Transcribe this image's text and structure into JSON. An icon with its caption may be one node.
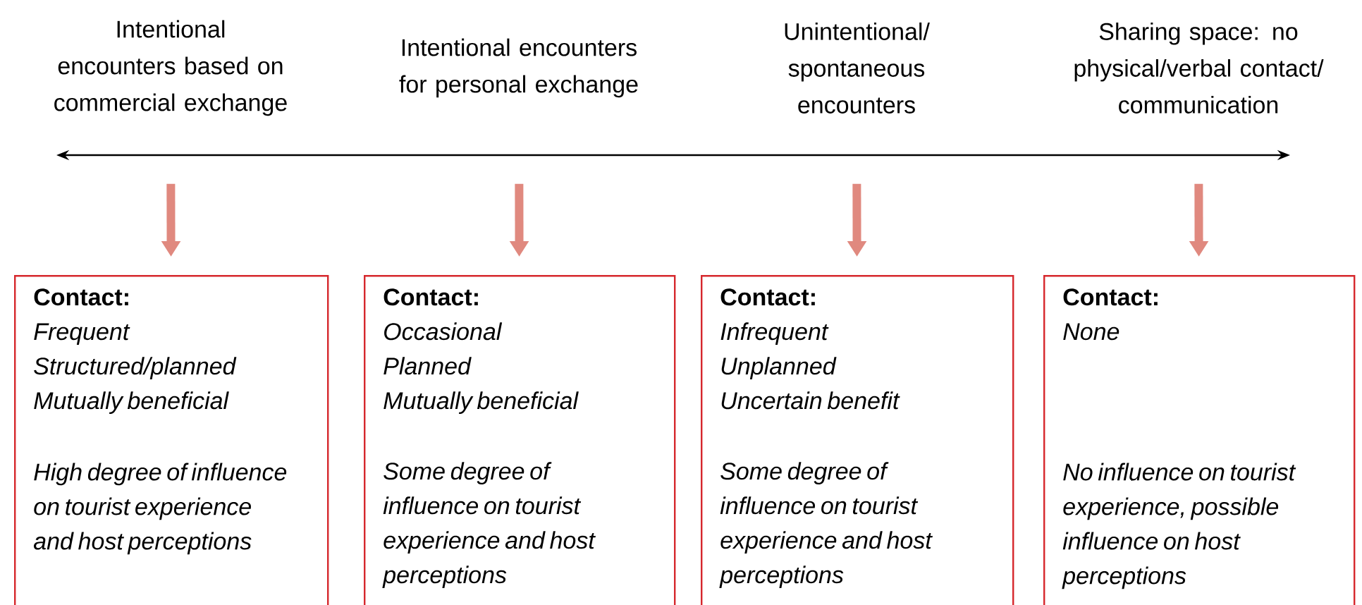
{
  "diagram": {
    "nodes": [
      {
        "text": [
          "Intentional encounters based on commercial exchange"
        ]
      },
      {
        "text": [
          "Intentional encounters for personal exchange"
        ]
      },
      {
        "text": [
          "Unintentional/ spontaneous encounters"
        ]
      },
      {
        "text": [
          "Sharing space: no physical/verbal contact/ communication"
        ]
      },
      {
        "text": [
          "Contact:",
          "Frequent",
          "Structured/planned",
          "Mutually beneficial",
          "High degree of influence on tourist experience and host perceptions"
        ]
      },
      {
        "text": [
          "Contact:",
          "Occasional",
          "Planned",
          "Mutually beneficial",
          "Some degree of influence on tourist experience and host perceptions"
        ]
      },
      {
        "text": [
          "Contact:",
          "Infrequent",
          "Unplanned",
          "Uncertain benefit",
          "Some degree of influence on tourist experience and host perceptions"
        ]
      },
      {
        "text": [
          "Contact:",
          "None",
          "No influence on tourist experience, possible influence on host perceptions"
        ]
      }
    ],
    "edges": [
      {
        "from": 0,
        "to": 4,
        "arrow": "to",
        "color": "#e0897f"
      },
      {
        "from": 1,
        "to": 5,
        "arrow": "to",
        "color": "#e0897f"
      },
      {
        "from": 2,
        "to": 6,
        "arrow": "to",
        "color": "#e0897f"
      },
      {
        "from": 3,
        "to": 7,
        "arrow": "to",
        "color": "#e0897f"
      }
    ]
  }
}
